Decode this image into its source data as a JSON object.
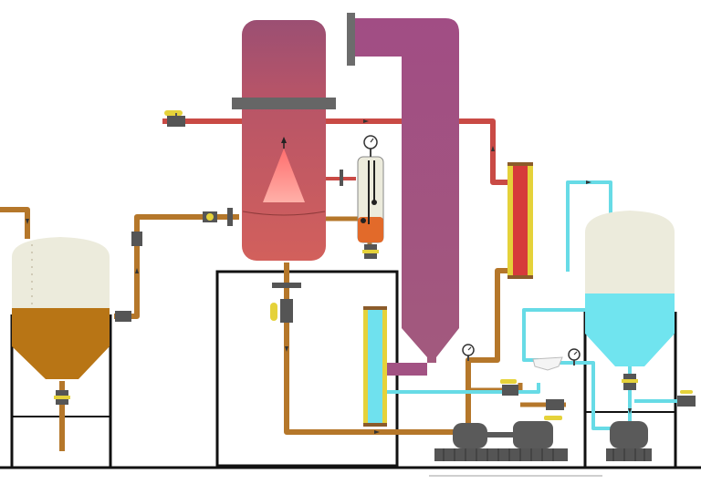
{
  "diagram": {
    "text_labels": [],
    "colors": {
      "background": "#ffffff",
      "pipe_brown": "#b5772a",
      "pipe_red": "#c94a45",
      "pipe_cyan": "#67dbe6",
      "column_red": "#c9575f",
      "duct_purple": "#a25283",
      "tank_cream": "#ecebdc",
      "tank_brown_liquid": "#b87515",
      "tank_cyan_liquid": "#70e4ef",
      "flange_gray": "#6c6c6c",
      "pump_gray": "#5a5a5a",
      "valve_yellow": "#e5d23a",
      "frame_black": "#111111"
    },
    "components": [
      {
        "id": "feed-tank",
        "kind": "conical tank",
        "liquid": "brown"
      },
      {
        "id": "spray-column",
        "kind": "vessel with spray nozzle"
      },
      {
        "id": "exhaust-duct",
        "kind": "duct"
      },
      {
        "id": "sight-glass",
        "kind": "level indicator",
        "gauge": "pressure-gauge"
      },
      {
        "id": "red-heat-exchanger",
        "kind": "plate exchanger"
      },
      {
        "id": "cyan-heat-exchanger",
        "kind": "plate exchanger"
      },
      {
        "id": "product-tank",
        "kind": "conical tank",
        "liquid": "cyan"
      },
      {
        "id": "pump-1",
        "kind": "pump with motor"
      },
      {
        "id": "pump-2",
        "kind": "pump with motor"
      }
    ]
  }
}
